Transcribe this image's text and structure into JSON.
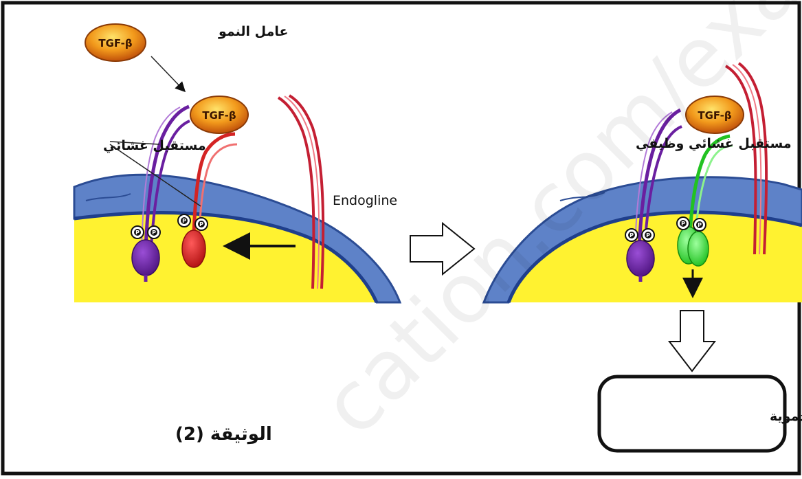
{
  "labels": {
    "growth_factor": "عامل النمو",
    "membrane_receptor": "مستقبل غشائي",
    "functional_receptor": "مستقبل غشائي وظيفي",
    "endogline": "Endogline",
    "outcome": "نمو عادي للأوعية الدموية",
    "document": "الوثيقة (2)",
    "tgf": "TGF-β",
    "phospho": "P",
    "watermark": "cation.com/exam"
  },
  "colors": {
    "membrane": "#5e82c8",
    "membrane_edge": "#2b4c94",
    "cytoplasm": "#fff230",
    "purple_receptor": "#6a1fa0",
    "red_receptor": "#d42424",
    "green_receptor": "#33e033",
    "endogline": "#c41f33",
    "tgf_ball": "#f0a020"
  }
}
